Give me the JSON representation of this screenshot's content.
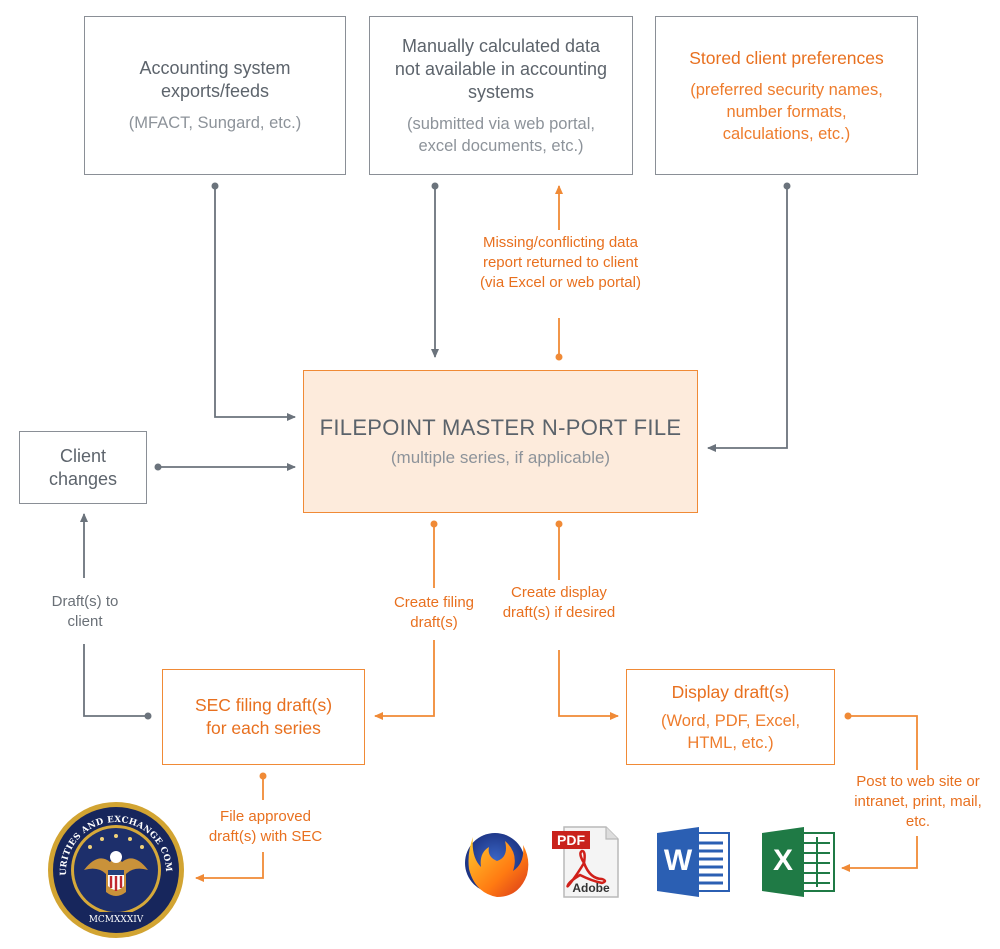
{
  "boxes": {
    "accounting": {
      "title": "Accounting system exports/feeds",
      "sub": "(MFACT, Sungard, etc.)"
    },
    "manual": {
      "title": "Manually calculated data not available in accounting systems",
      "sub": "(submitted via web portal, excel documents, etc.)"
    },
    "preferences": {
      "title": "Stored client preferences",
      "sub": "(preferred security names, number formats, calculations, etc.)"
    },
    "master": {
      "title": "FILEPOINT MASTER N-PORT FILE",
      "sub": "(multiple series, if applicable)"
    },
    "client_changes": {
      "title": "Client changes"
    },
    "sec_draft": {
      "title": "SEC filing draft(s) for each series"
    },
    "display_draft": {
      "title": "Display draft(s)",
      "sub": "(Word, PDF, Excel, HTML, etc.)"
    }
  },
  "labels": {
    "missing": "Missing/conflicting data report returned to client (via Excel or web portal)",
    "drafts_to_client": "Draft(s) to client",
    "create_filing": "Create filing draft(s)",
    "create_display": "Create display draft(s) if desired",
    "file_approved": "File approved draft(s) with SEC",
    "post_web": "Post to web site or intranet, print, mail, etc."
  },
  "logos": {
    "seal_text": "U.S. SECURITIES AND EXCHANGE COMMISSION",
    "seal_year": "MCMXXXIV",
    "pdf_tag": "PDF",
    "pdf_brand": "Adobe",
    "word_letter": "W",
    "excel_letter": "X"
  },
  "colors": {
    "orange": "#f08a36",
    "gray_line": "#6b737c",
    "master_fill": "#fdebdc"
  }
}
